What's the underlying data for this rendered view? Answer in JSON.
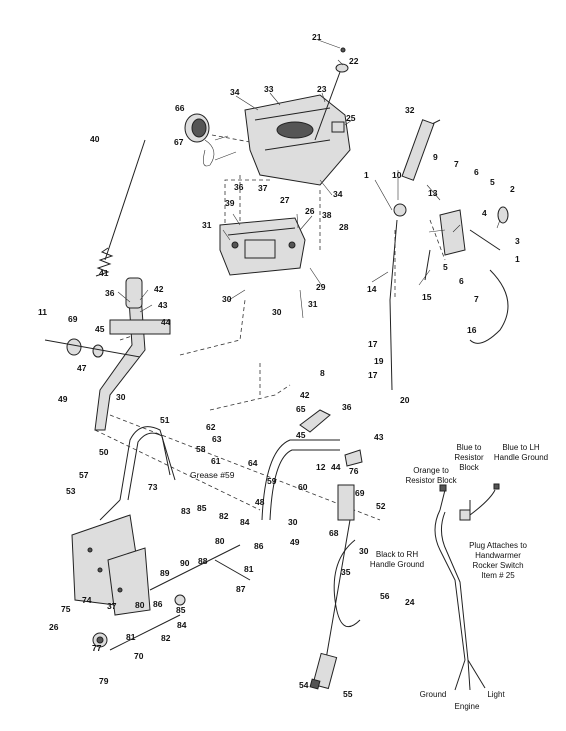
{
  "callouts": {
    "n1": "1",
    "n2": "2",
    "n3": "3",
    "n4": "4",
    "n5": "5",
    "n6": "6",
    "n7": "7",
    "n8": "8",
    "n9": "9",
    "n10": "10",
    "n11": "11",
    "n12": "12",
    "n13": "13",
    "n14": "14",
    "n15": "15",
    "n16": "16",
    "n17": "17",
    "n19": "19",
    "n20": "20",
    "n21": "21",
    "n22": "22",
    "n23": "23",
    "n24": "24",
    "n25": "25",
    "n26": "26",
    "n27": "27",
    "n28": "28",
    "n29": "29",
    "n30": "30",
    "n31": "31",
    "n32": "32",
    "n33": "33",
    "n34": "34",
    "n35": "35",
    "n36": "36",
    "n37": "37",
    "n38": "38",
    "n39": "39",
    "n40": "40",
    "n41": "41",
    "n42": "42",
    "n43": "43",
    "n44": "44",
    "n45": "45",
    "n47": "47",
    "n48": "48",
    "n49": "49",
    "n50": "50",
    "n51": "51",
    "n52": "52",
    "n53": "53",
    "n54": "54",
    "n55": "55",
    "n56": "56",
    "n57": "57",
    "n58": "58",
    "n59": "59",
    "n60": "60",
    "n61": "61",
    "n62": "62",
    "n63": "63",
    "n64": "64",
    "n65": "65",
    "n66": "66",
    "n67": "67",
    "n68": "68",
    "n69": "69",
    "n70": "70",
    "n73": "73",
    "n74": "74",
    "n75": "75",
    "n76": "76",
    "n77": "77",
    "n79": "79",
    "n80": "80",
    "n81": "81",
    "n82": "82",
    "n83": "83",
    "n84": "84",
    "n85": "85",
    "n86": "86",
    "n87": "87",
    "n88": "88",
    "n89": "89",
    "n90": "90"
  },
  "notes": {
    "grease": "Grease #59",
    "blue_resistor_1": "Blue to",
    "blue_resistor_2": "Resistor",
    "blue_resistor_3": "Block",
    "blue_lh_1": "Blue to LH",
    "blue_lh_2": "Handle Ground",
    "orange_1": "Orange to",
    "orange_2": "Resistor Block",
    "black_rh_1": "Black to RH",
    "black_rh_2": "Handle Ground",
    "plug_1": "Plug Attaches to",
    "plug_2": "Handwarmer",
    "plug_3": "Rocker Switch",
    "plug_4": "Item # 25",
    "ground": "Ground",
    "light": "Light",
    "engine": "Engine"
  }
}
